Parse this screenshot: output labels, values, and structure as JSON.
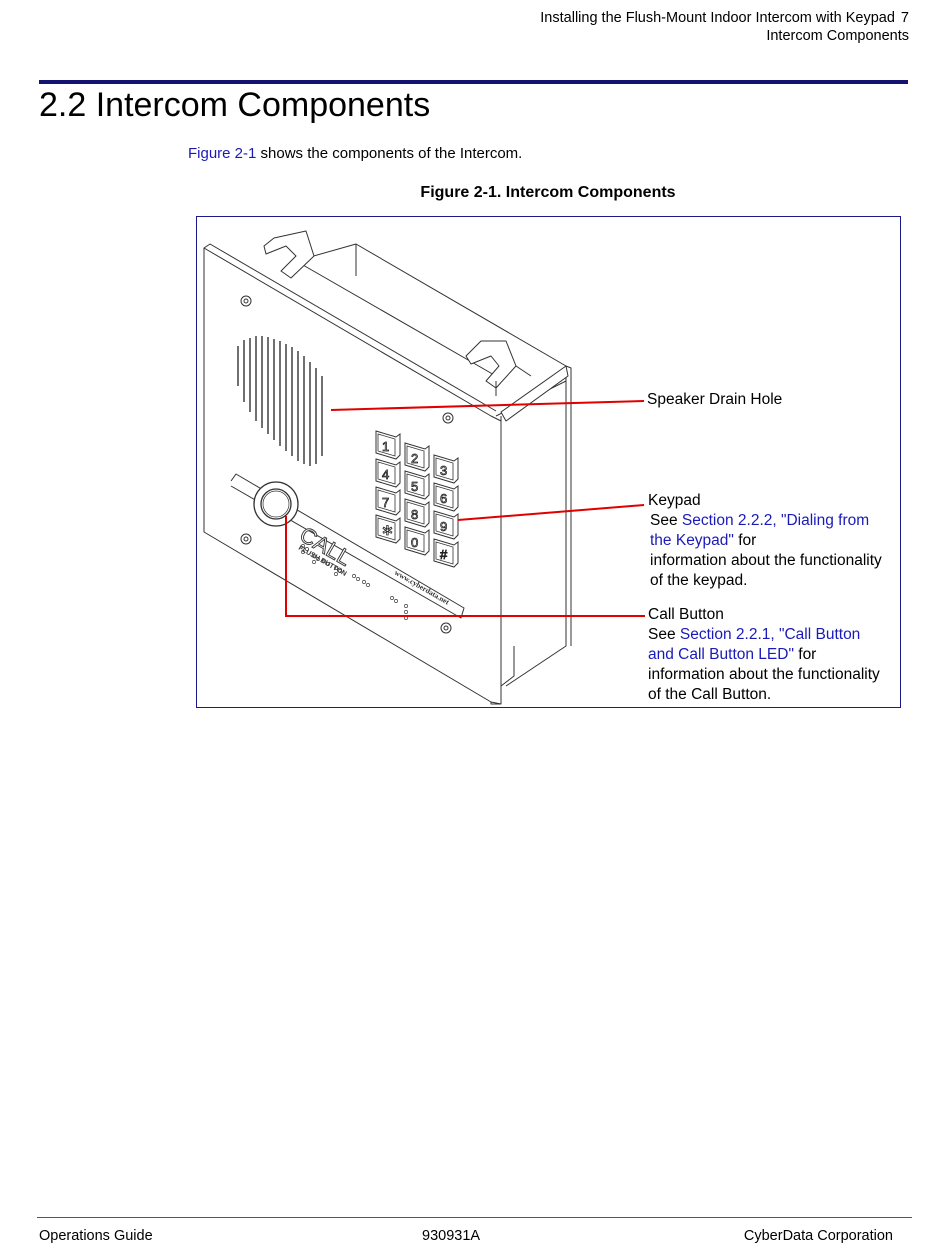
{
  "header": {
    "chapter": "Installing the Flush-Mount Indoor Intercom with Keypad",
    "page_number": "7",
    "section": "Intercom Components"
  },
  "heading": "2.2 Intercom Components",
  "intro": {
    "link": "Figure 2-1",
    "text": " shows the components of the Intercom."
  },
  "figure": {
    "caption": "Figure 2-1. Intercom Components",
    "keypad_keys": [
      "1",
      "2",
      "3",
      "4",
      "5",
      "6",
      "7",
      "8",
      "9",
      "✲",
      "0",
      "#"
    ],
    "call_label": "CALL",
    "call_sub": "FLUSH BUTTON",
    "url_text": "www.cyberdata.net",
    "callouts": {
      "speaker": {
        "title": "Speaker Drain Hole"
      },
      "keypad": {
        "title": "Keypad",
        "see": "See ",
        "link1": "Section 2.2.2, \"Dialing from",
        "link2": "the Keypad\"",
        "for": " for",
        "line3": "information about the functionality",
        "line4": "of the keypad."
      },
      "call": {
        "title": "Call Button",
        "see": "See ",
        "link1": "Section 2.2.1, \"Call Button",
        "link2": "and Call Button LED\"",
        "for": " for",
        "line3": "information about the functionality",
        "line4": "of the Call Button."
      }
    },
    "callout_line_color": "#e00000"
  },
  "footer": {
    "left": "Operations Guide",
    "center": "930931A",
    "right": "CyberData Corporation"
  }
}
